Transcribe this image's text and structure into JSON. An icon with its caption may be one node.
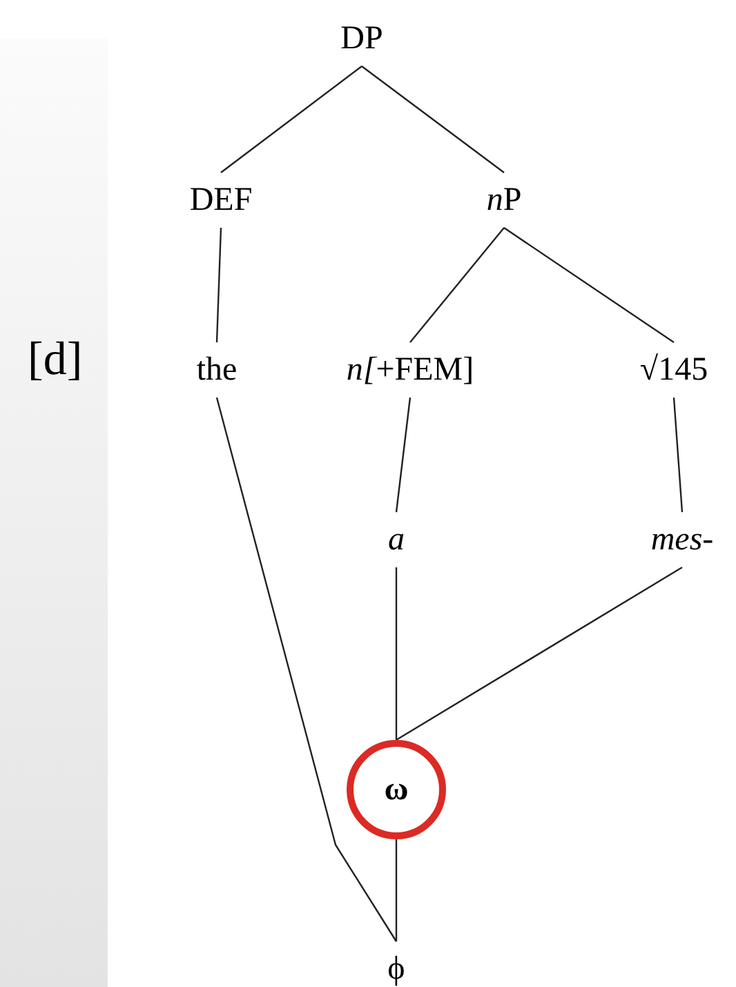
{
  "diagram": {
    "nodes": [
      {
        "text": [
          "DP"
        ]
      },
      {
        "text": [
          "DEF"
        ]
      },
      {
        "text": [
          "nP"
        ]
      },
      {
        "text": [
          "the"
        ]
      },
      {
        "text": [
          "n[+FEM]"
        ]
      },
      {
        "text": [
          "√145"
        ]
      },
      {
        "text": [
          "a"
        ]
      },
      {
        "text": [
          "mes-"
        ]
      },
      {
        "text": [
          "ω"
        ]
      },
      {
        "text": [
          "ϕ"
        ]
      }
    ],
    "edges": [
      {
        "from": 0,
        "to": 1,
        "arrow": "none"
      },
      {
        "from": 0,
        "to": 2,
        "arrow": "none"
      },
      {
        "from": 1,
        "to": 3,
        "arrow": "none"
      },
      {
        "from": 2,
        "to": 4,
        "arrow": "none"
      },
      {
        "from": 2,
        "to": 5,
        "arrow": "none"
      },
      {
        "from": 4,
        "to": 6,
        "arrow": "none"
      },
      {
        "from": 5,
        "to": 7,
        "arrow": "none"
      },
      {
        "from": 6,
        "to": 8,
        "arrow": "none"
      },
      {
        "from": 7,
        "to": 8,
        "arrow": "none"
      },
      {
        "from": 3,
        "to": 9,
        "arrow": "none"
      },
      {
        "from": 8,
        "to": 9,
        "arrow": "none"
      }
    ],
    "labels": [
      "[d]"
    ]
  }
}
